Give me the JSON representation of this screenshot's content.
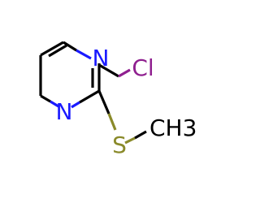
{
  "molecule": {
    "atoms": [
      {
        "id": "N1",
        "label": "N"
      },
      {
        "id": "C2",
        "label": ""
      },
      {
        "id": "C3",
        "label": ""
      },
      {
        "id": "N4",
        "label": "N"
      },
      {
        "id": "C5",
        "label": ""
      },
      {
        "id": "C6",
        "label": ""
      },
      {
        "id": "Cl",
        "label": "Cl"
      },
      {
        "id": "S",
        "label": "S"
      },
      {
        "id": "CH3",
        "label": "CH3"
      }
    ],
    "colors": {
      "carbon": "#000000",
      "nitrogen": "#1a1aff",
      "chlorine": "#8f1f8f",
      "sulfur": "#8a8a2a"
    }
  }
}
